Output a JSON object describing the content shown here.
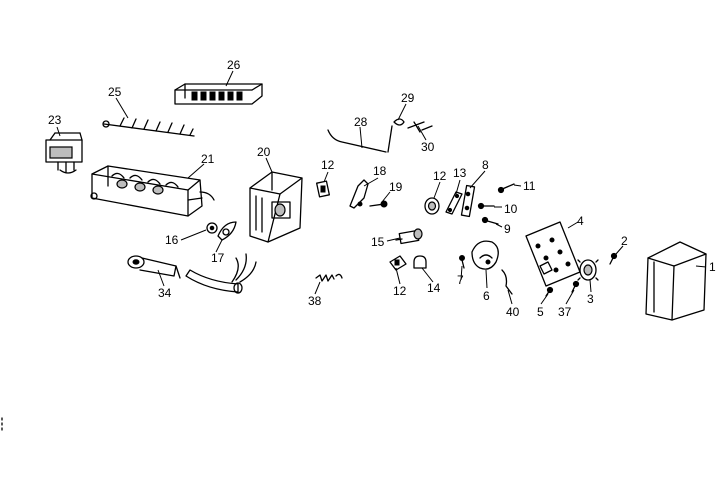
{
  "diagram": {
    "callouts": [
      {
        "id": "c1",
        "label": "1"
      },
      {
        "id": "c2",
        "label": "2"
      },
      {
        "id": "c3",
        "label": "3"
      },
      {
        "id": "c4",
        "label": "4"
      },
      {
        "id": "c5",
        "label": "5"
      },
      {
        "id": "c6",
        "label": "6"
      },
      {
        "id": "c7",
        "label": "7"
      },
      {
        "id": "c8",
        "label": "8"
      },
      {
        "id": "c9",
        "label": "9"
      },
      {
        "id": "c10",
        "label": "10"
      },
      {
        "id": "c11",
        "label": "11"
      },
      {
        "id": "c12a",
        "label": "12"
      },
      {
        "id": "c12b",
        "label": "12"
      },
      {
        "id": "c12c",
        "label": "12"
      },
      {
        "id": "c13",
        "label": "13"
      },
      {
        "id": "c14",
        "label": "14"
      },
      {
        "id": "c15",
        "label": "15"
      },
      {
        "id": "c16",
        "label": "16"
      },
      {
        "id": "c17",
        "label": "17"
      },
      {
        "id": "c18",
        "label": "18"
      },
      {
        "id": "c19",
        "label": "19"
      },
      {
        "id": "c20",
        "label": "20"
      },
      {
        "id": "c21",
        "label": "21"
      },
      {
        "id": "c23",
        "label": "23"
      },
      {
        "id": "c25",
        "label": "25"
      },
      {
        "id": "c26",
        "label": "26"
      },
      {
        "id": "c28",
        "label": "28"
      },
      {
        "id": "c29",
        "label": "29"
      },
      {
        "id": "c30",
        "label": "30"
      },
      {
        "id": "c34",
        "label": "34"
      },
      {
        "id": "c37",
        "label": "37"
      },
      {
        "id": "c38",
        "label": "38"
      },
      {
        "id": "c40",
        "label": "40"
      }
    ]
  }
}
